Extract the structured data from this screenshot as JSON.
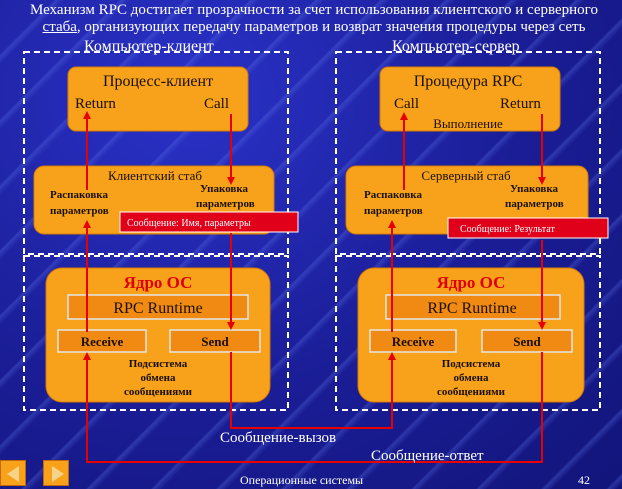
{
  "title_line1": "Механизм RPC достигает прозрачности за счет использования клиентского и серверного",
  "title_line2_u": "стаба",
  "title_line2_rest": ", организующих передачу параметров и возврат значения процедуры через сеть",
  "client": {
    "region_label": "Компьютер-клиент",
    "process_title": "Процесс-клиент",
    "return_label": "Return",
    "call_label": "Call",
    "stub_title": "Клиентский стаб",
    "unpack_line1": "Распаковка",
    "unpack_line2": "параметров",
    "pack_line1": "Упаковка",
    "pack_line2": "параметров",
    "message": "Сообщение: Имя, параметры",
    "os_title": "Ядро ОС",
    "runtime": "RPC Runtime",
    "receive": "Receive",
    "send": "Send",
    "msg_sub1": "Подсистема",
    "msg_sub2": "обмена",
    "msg_sub3": "сообщениями"
  },
  "server": {
    "region_label": "Компьютер-сервер",
    "process_title": "Процедура RPC",
    "call_label": "Call",
    "return_label": "Return",
    "exec_label": "Выполнение",
    "stub_title": "Серверный стаб",
    "unpack_line1": "Распаковка",
    "unpack_line2": "параметров",
    "pack_line1": "Упаковка",
    "pack_line2": "параметров",
    "message": "Сообщение: Результат",
    "os_title": "Ядро ОС",
    "runtime": "RPC Runtime",
    "receive": "Receive",
    "send": "Send",
    "msg_sub1": "Подсистема",
    "msg_sub2": "обмена",
    "msg_sub3": "сообщениями"
  },
  "call_message": "Сообщение-вызов",
  "reply_message": "Сообщение-ответ",
  "footer": {
    "course": "Операционные системы",
    "page": "42"
  },
  "colors": {
    "orange_box": "#f7a21a",
    "orange_inner": "#f18a12",
    "arrow_red": "#e60000",
    "message_red": "#e0001a",
    "background": "#1b1f9a"
  },
  "icons": {
    "prev": "triangle-left-icon",
    "next": "triangle-right-icon"
  }
}
